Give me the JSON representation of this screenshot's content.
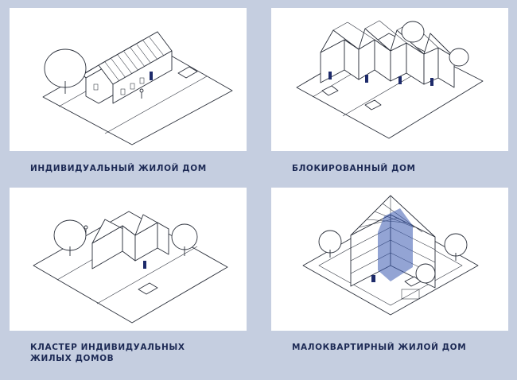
{
  "colors": {
    "background": "#c5cee0",
    "panel": "#ffffff",
    "caption": "#1d2a55",
    "accent": "#1d2a6a",
    "highlight": "#3a5ab0"
  },
  "panels": [
    {
      "caption_lines": [
        "ИНДИВИДУАЛЬНЫЙ ЖИЛОЙ ДОМ"
      ]
    },
    {
      "caption_lines": [
        "БЛОКИРОВАННЫЙ ДОМ"
      ]
    },
    {
      "caption_lines": [
        "КЛАСТЕР ИНДИВИДУАЛЬНЫХ",
        "ЖИЛЫХ ДОМОВ"
      ]
    },
    {
      "caption_lines": [
        "МАЛОКВАРТИРНЫЙ ЖИЛОЙ ДОМ"
      ]
    }
  ]
}
